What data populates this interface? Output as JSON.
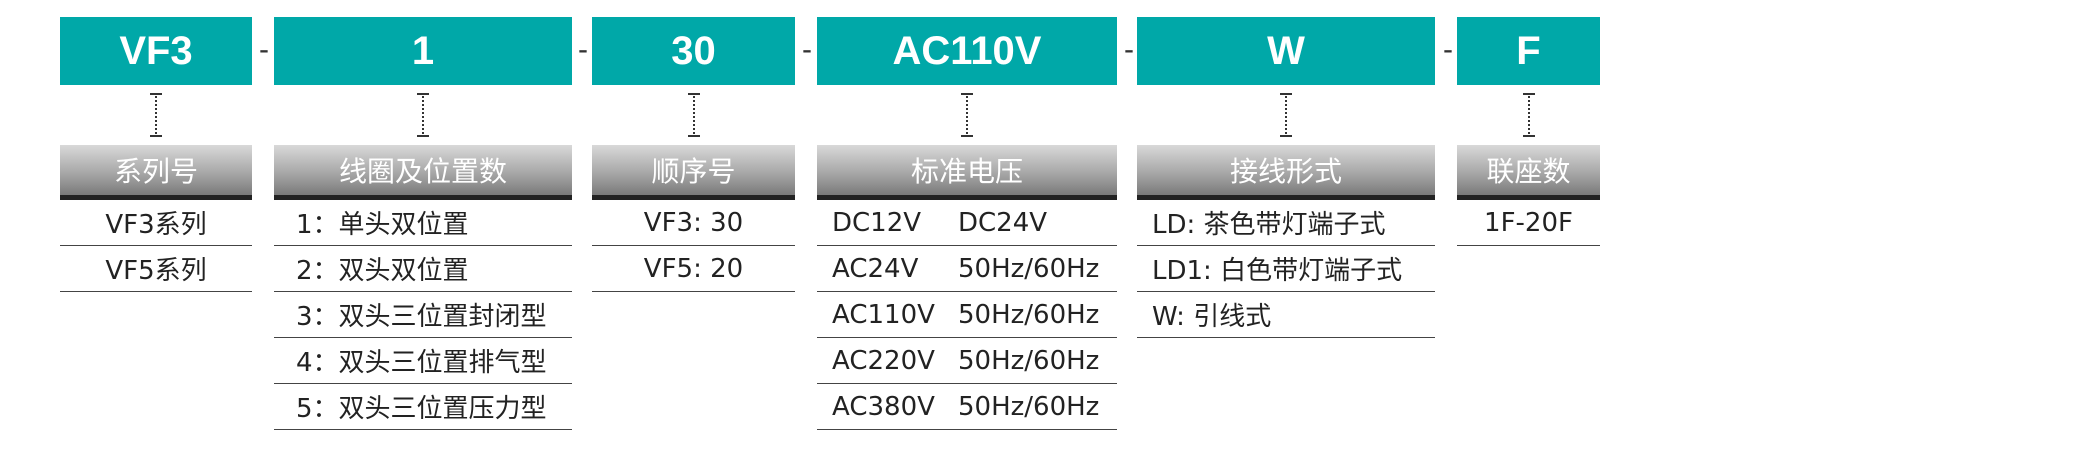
{
  "codes": [
    {
      "label": "VF3"
    },
    {
      "label": "1"
    },
    {
      "label": "30"
    },
    {
      "label": "AC110V"
    },
    {
      "label": "W"
    },
    {
      "label": "F"
    }
  ],
  "separator": "-",
  "columns": [
    {
      "header": "系列号",
      "rows": [
        "VF3系列",
        "VF5系列"
      ]
    },
    {
      "header": "线圈及位置数",
      "rows": [
        "1：单头双位置",
        "2：双头双位置",
        "3：双头三位置封闭型",
        "4：双头三位置排气型",
        "5：双头三位置压力型"
      ]
    },
    {
      "header": "顺序号",
      "rows": [
        "VF3: 30",
        "VF5: 20"
      ]
    },
    {
      "header": "标准电压",
      "rows": [
        {
          "a": "DC12V",
          "b": "DC24V"
        },
        {
          "a": "AC24V",
          "b": "50Hz/60Hz"
        },
        {
          "a": "AC110V",
          "b": "50Hz/60Hz"
        },
        {
          "a": "AC220V",
          "b": "50Hz/60Hz"
        },
        {
          "a": "AC380V",
          "b": "50Hz/60Hz"
        }
      ]
    },
    {
      "header": "接线形式",
      "rows": [
        "LD: 茶色带灯端子式",
        "LD1: 白色带灯端子式",
        "W: 引线式"
      ]
    },
    {
      "header": "联座数",
      "rows": [
        "1F-20F"
      ]
    }
  ],
  "colors": {
    "code_box": "#00a8a8",
    "header_gradient_top": "#d9d9d9",
    "header_gradient_bottom": "#7a7a7a",
    "header_underline": "#222222",
    "row_line": "#444444"
  }
}
